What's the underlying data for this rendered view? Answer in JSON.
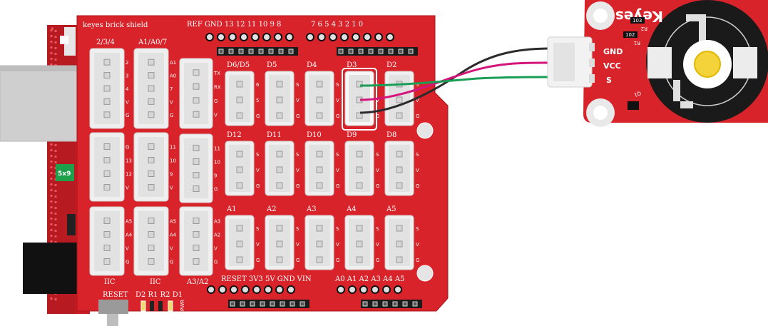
{
  "shield": {
    "title": "keyes brick shield",
    "top_header_a": "REF GND 13  12  11  10   9   8",
    "top_header_b": "7   6   5   4   3   2   1   0",
    "group_left": "2/3/4",
    "group_a1": "A1/A0/7",
    "left_pins_a": [
      "2",
      "3",
      "4",
      "V",
      "G"
    ],
    "left_pins_b": [
      "A1",
      "A0",
      "7",
      "V",
      "G"
    ],
    "left_pins_c": [
      "G",
      "13",
      "12",
      "V"
    ],
    "left_pins_d": [
      "11",
      "10",
      "9",
      "V"
    ],
    "left_pins_e": [
      "A5",
      "A4",
      "V",
      "G"
    ],
    "left_pins_f": [
      "A5",
      "A4",
      "V",
      "G"
    ],
    "tx_pins": [
      "TX",
      "RX",
      "G",
      "V"
    ],
    "d11_pins": [
      "11",
      "10",
      "9",
      "G"
    ],
    "a3_pins": [
      "A3",
      "A2",
      "V",
      "G"
    ],
    "iic_left": "IIC",
    "iic_right": "IIC",
    "a3a2": "A3/A2",
    "row1": [
      "D6/D5",
      "D5",
      "D4",
      "D3",
      "D2"
    ],
    "row2": [
      "D12",
      "D11",
      "D10",
      "D9",
      "D8"
    ],
    "row3": [
      "A1",
      "A2",
      "A3",
      "A4",
      "A5"
    ],
    "mod_pins": [
      "S",
      "V",
      "G"
    ],
    "d6_pins": [
      "6",
      "5",
      "G"
    ],
    "bottom_power": "RESET  3V3  5V  GND  VIN",
    "bottom_analog": "A0  A1  A2  A3  A4  A5",
    "reset_label": "RESET",
    "led_labels": "D2 R1 R2 D1",
    "pwr": "PWR"
  },
  "board": {
    "chip_label": "5x9"
  },
  "module": {
    "brand": "Keyes",
    "pin_gnd": "GND",
    "pin_vcc": "VCC",
    "pin_s": "S",
    "r2_value": "103",
    "r2_name": "R2",
    "r1_value": "102",
    "r1_name": "R1",
    "q1_name": "Q1"
  },
  "colors": {
    "board_red": "#d8232a",
    "wire_black": "#2b2b2b",
    "wire_magenta": "#d4147a",
    "wire_green": "#1a9e55",
    "led_yellow": "#f3d23a"
  }
}
